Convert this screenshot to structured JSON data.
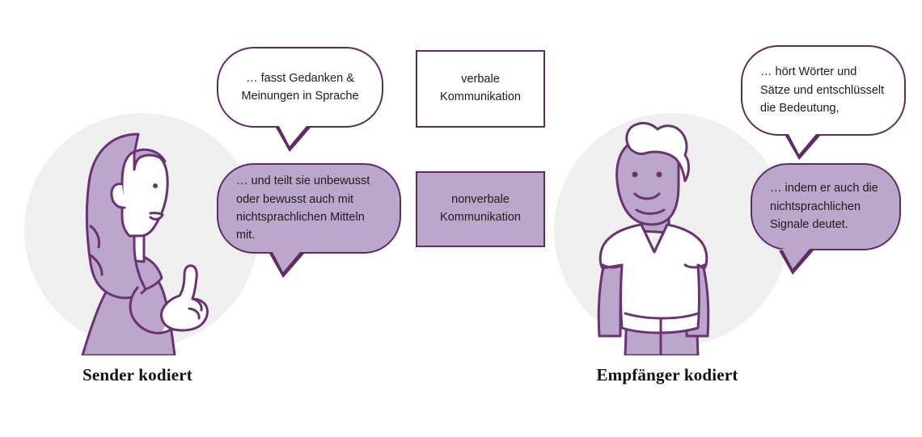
{
  "page": {
    "background_color": "#ffffff",
    "accent_outline": "#5e2b63",
    "accent_fill": "#bca7cc",
    "circle_background": "#efefef"
  },
  "sender": {
    "caption": "Sender kodiert",
    "figure_icon": "woman-pointing-illustration",
    "bubbles": [
      {
        "id": "sender-verbal",
        "style": "white",
        "text": "… fasst Gedanken &\nMeinungen in Sprache"
      },
      {
        "id": "sender-nonverbal",
        "style": "filled",
        "text": "… und teilt sie unbewusst\noder bewusst auch mit\nnichtsprachlichen Mitteln mit."
      }
    ]
  },
  "center": {
    "boxes": [
      {
        "id": "verbale-kommunikation",
        "style": "white",
        "text": "verbale\nKommunikation"
      },
      {
        "id": "nonverbale-kommunikation",
        "style": "filled",
        "text": "nonverbale\nKommunikation"
      }
    ]
  },
  "receiver": {
    "caption": "Empfänger kodiert",
    "figure_icon": "man-listening-illustration",
    "bubbles": [
      {
        "id": "receiver-verbal",
        "style": "white",
        "text": "… hört Wörter und\nSätze und entschlüsselt\ndie Bedeutung,"
      },
      {
        "id": "receiver-nonverbal",
        "style": "filled",
        "text": "… indem er auch die\nnichtsprachlichen\nSignale deutet."
      }
    ]
  }
}
